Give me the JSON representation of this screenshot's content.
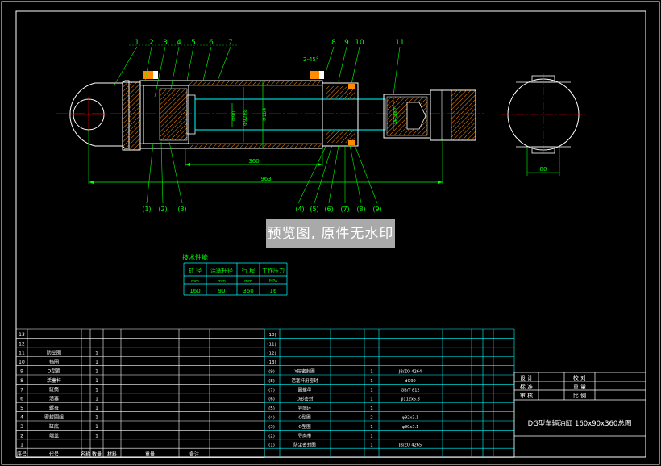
{
  "drawing": {
    "title": "DG型车辆油缸 160x90x360总图",
    "colors": {
      "background": "#000000",
      "outline": "#ffffff",
      "dimension": "#00ff00",
      "label": "#00ff00",
      "table": "#00ffff",
      "centerline": "#ff0000",
      "rod": "#00ffff",
      "hatch": "#ff8c00"
    }
  },
  "part_numbers_top": [
    "1",
    "2",
    "3",
    "4",
    "5",
    "6",
    "7",
    "8",
    "9",
    "10",
    "11"
  ],
  "part_numbers_bottom": [
    "(1)",
    "(2)",
    "(3)",
    "(4)",
    "(5)",
    "(6)",
    "(7)",
    "(8)",
    "(9)"
  ],
  "dimensions": {
    "angle": "2-45°",
    "bore_small": "Φ90",
    "bore_mid": "Φ92H8",
    "bore_large": "Φ164",
    "thread": "M64X2",
    "stroke": "360",
    "overall": "963",
    "side_width": "80"
  },
  "tech_table": {
    "title": "技术性能",
    "headers": [
      "缸 径",
      "活塞杆径",
      "行 程",
      "工作压力"
    ],
    "units": [
      "mm",
      "mm",
      "mm",
      "MPa"
    ],
    "values": [
      "160",
      "90",
      "360",
      "16"
    ]
  },
  "watermark": "预览图, 原件无水印",
  "bom_left": {
    "row_numbers": [
      "13",
      "12",
      "11",
      "10",
      "9",
      "8",
      "7",
      "6",
      "5",
      "4",
      "3",
      "2",
      "1"
    ],
    "names": [
      "",
      "",
      "防尘圈",
      "挡圈",
      "O型圈",
      "活塞杆",
      "缸筒",
      "活塞",
      "螺母",
      "密封圈组",
      "缸底",
      "端盖",
      ""
    ],
    "qty": [
      "",
      "",
      "1",
      "1",
      "1",
      "1",
      "1",
      "1",
      "1",
      "1",
      "1",
      "1",
      ""
    ],
    "footer": [
      "序号",
      "代号",
      "名称",
      "数量",
      "材料",
      "重量",
      "备注"
    ]
  },
  "bom_right": {
    "row_numbers": [
      "(10)",
      "(11)",
      "(12)",
      "(13)",
      "(9)",
      "(8)",
      "(7)",
      "(6)",
      "(5)",
      "(4)",
      "(3)",
      "(2)",
      "(1)"
    ],
    "names": [
      "",
      "",
      "",
      "",
      "Y形密封圈",
      "活塞杆用密封",
      "圆螺母",
      "O形密封",
      "导向环",
      "O型圈",
      "O型圈",
      "导向带",
      "防尘密封圈"
    ],
    "qty": [
      "",
      "",
      "",
      "",
      "1",
      "1",
      "1",
      "1",
      "1",
      "2",
      "1",
      "1",
      "1"
    ],
    "codes": [
      "",
      "",
      "",
      "",
      "JB/ZQ 4264",
      "dG90",
      "GB/T 812",
      "φ112x5.3",
      "",
      "φ92x3.1",
      "φ90x3.1",
      "",
      "JB/ZQ 4265"
    ]
  },
  "title_block": {
    "labels": [
      "设 计",
      "标 准",
      "审 核",
      "校 对",
      "重 量",
      "比 例"
    ]
  }
}
